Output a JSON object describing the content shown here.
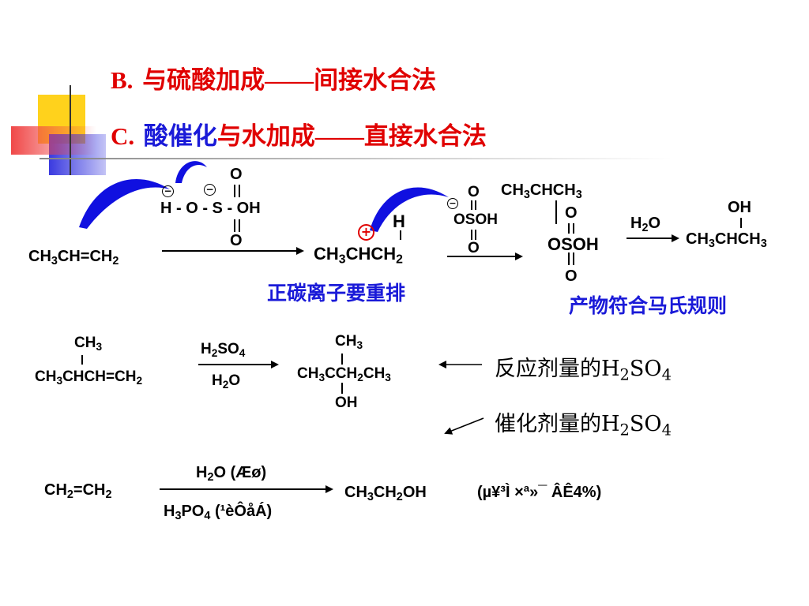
{
  "headings": {
    "b_letter": "B.",
    "b_text": "与硫酸加成——间接水合法",
    "c_letter": "C.",
    "c_text_blue": "酸催化",
    "c_text_red": "与水加成——直接水合法"
  },
  "reaction1": {
    "reactant_a": "CH",
    "reactant_b": "3",
    "reactant_c": "CH=CH",
    "reactant_d": "2",
    "sulfuric_h_row": "H - O - S - OH",
    "sulfuric_o_top": "O",
    "sulfuric_o_bottom": "O",
    "sulfuric_minus_left": "−",
    "sulfuric_minus_right": "−",
    "carbocation_h": "H",
    "carbocation_plus": "+",
    "carbocation_a": "CH",
    "carbocation_b": "3",
    "carbocation_c": "CHCH",
    "carbocation_d": "2",
    "carbocation_note": "正碳离子要重排",
    "bisulfate_minus": "−",
    "bisulfate_o_top": "O",
    "bisulfate_mid": "OSOH",
    "bisulfate_o_bottom": "O",
    "ester_top_a": "CH",
    "ester_top_b": "3",
    "ester_top_c": "CHCH",
    "ester_top_d": "3",
    "ester_o1": "O",
    "ester_mid": "OSOH",
    "ester_o2": "O",
    "water_a": "H",
    "water_b": "2",
    "water_c": "O",
    "alcohol_oh": "OH",
    "alcohol_a": "CH",
    "alcohol_b": "3",
    "alcohol_c": "CHCH",
    "alcohol_d": "3",
    "product_note": "产物符合马氏规则"
  },
  "reaction2": {
    "reactant_ch3_a": "CH",
    "reactant_ch3_b": "3",
    "reactant_a": "CH",
    "reactant_b": "3",
    "reactant_c": "CHCH=CH",
    "reactant_d": "2",
    "reagent_top_a": "H",
    "reagent_top_b": "2",
    "reagent_top_c": "SO",
    "reagent_top_d": "4",
    "reagent_bottom_a": "H",
    "reagent_bottom_b": "2",
    "reagent_bottom_c": "O",
    "product_ch3_a": "CH",
    "product_ch3_b": "3",
    "product_a": "CH",
    "product_b": "3",
    "product_c": "CCH",
    "product_d": "2",
    "product_e": "CH",
    "product_f": "3",
    "product_oh": "OH",
    "note_stoich_a": "反应剂量的H",
    "note_stoich_b": "2",
    "note_stoich_c": "SO",
    "note_stoich_d": "4",
    "note_cat_a": "催化剂量的H",
    "note_cat_b": "2",
    "note_cat_c": "SO",
    "note_cat_d": "4"
  },
  "reaction3": {
    "reactant_a": "CH",
    "reactant_b": "2",
    "reactant_c": "=CH",
    "reactant_d": "2",
    "cond_top_a": "H",
    "cond_top_b": "2",
    "cond_top_c": "O (Æø)",
    "cond_bottom_a": "H",
    "cond_bottom_b": "3",
    "cond_bottom_c": "PO",
    "cond_bottom_d": "4",
    "cond_bottom_e": " (¹èÔåÁ)",
    "product_a": "CH",
    "product_b": "3",
    "product_c": "CH",
    "product_d": "2",
    "product_e": "OH",
    "product_note": "(µ¥³Ì ×ª»¯ ÂÊ4%)"
  },
  "colors": {
    "heading_red": "#e00000",
    "heading_blue": "#1a1ad8",
    "arrow_blue": "#1010e0",
    "deco_yellow": "#ffd21c",
    "deco_blue": "#3a3ae0",
    "deco_red": "#f04848"
  }
}
